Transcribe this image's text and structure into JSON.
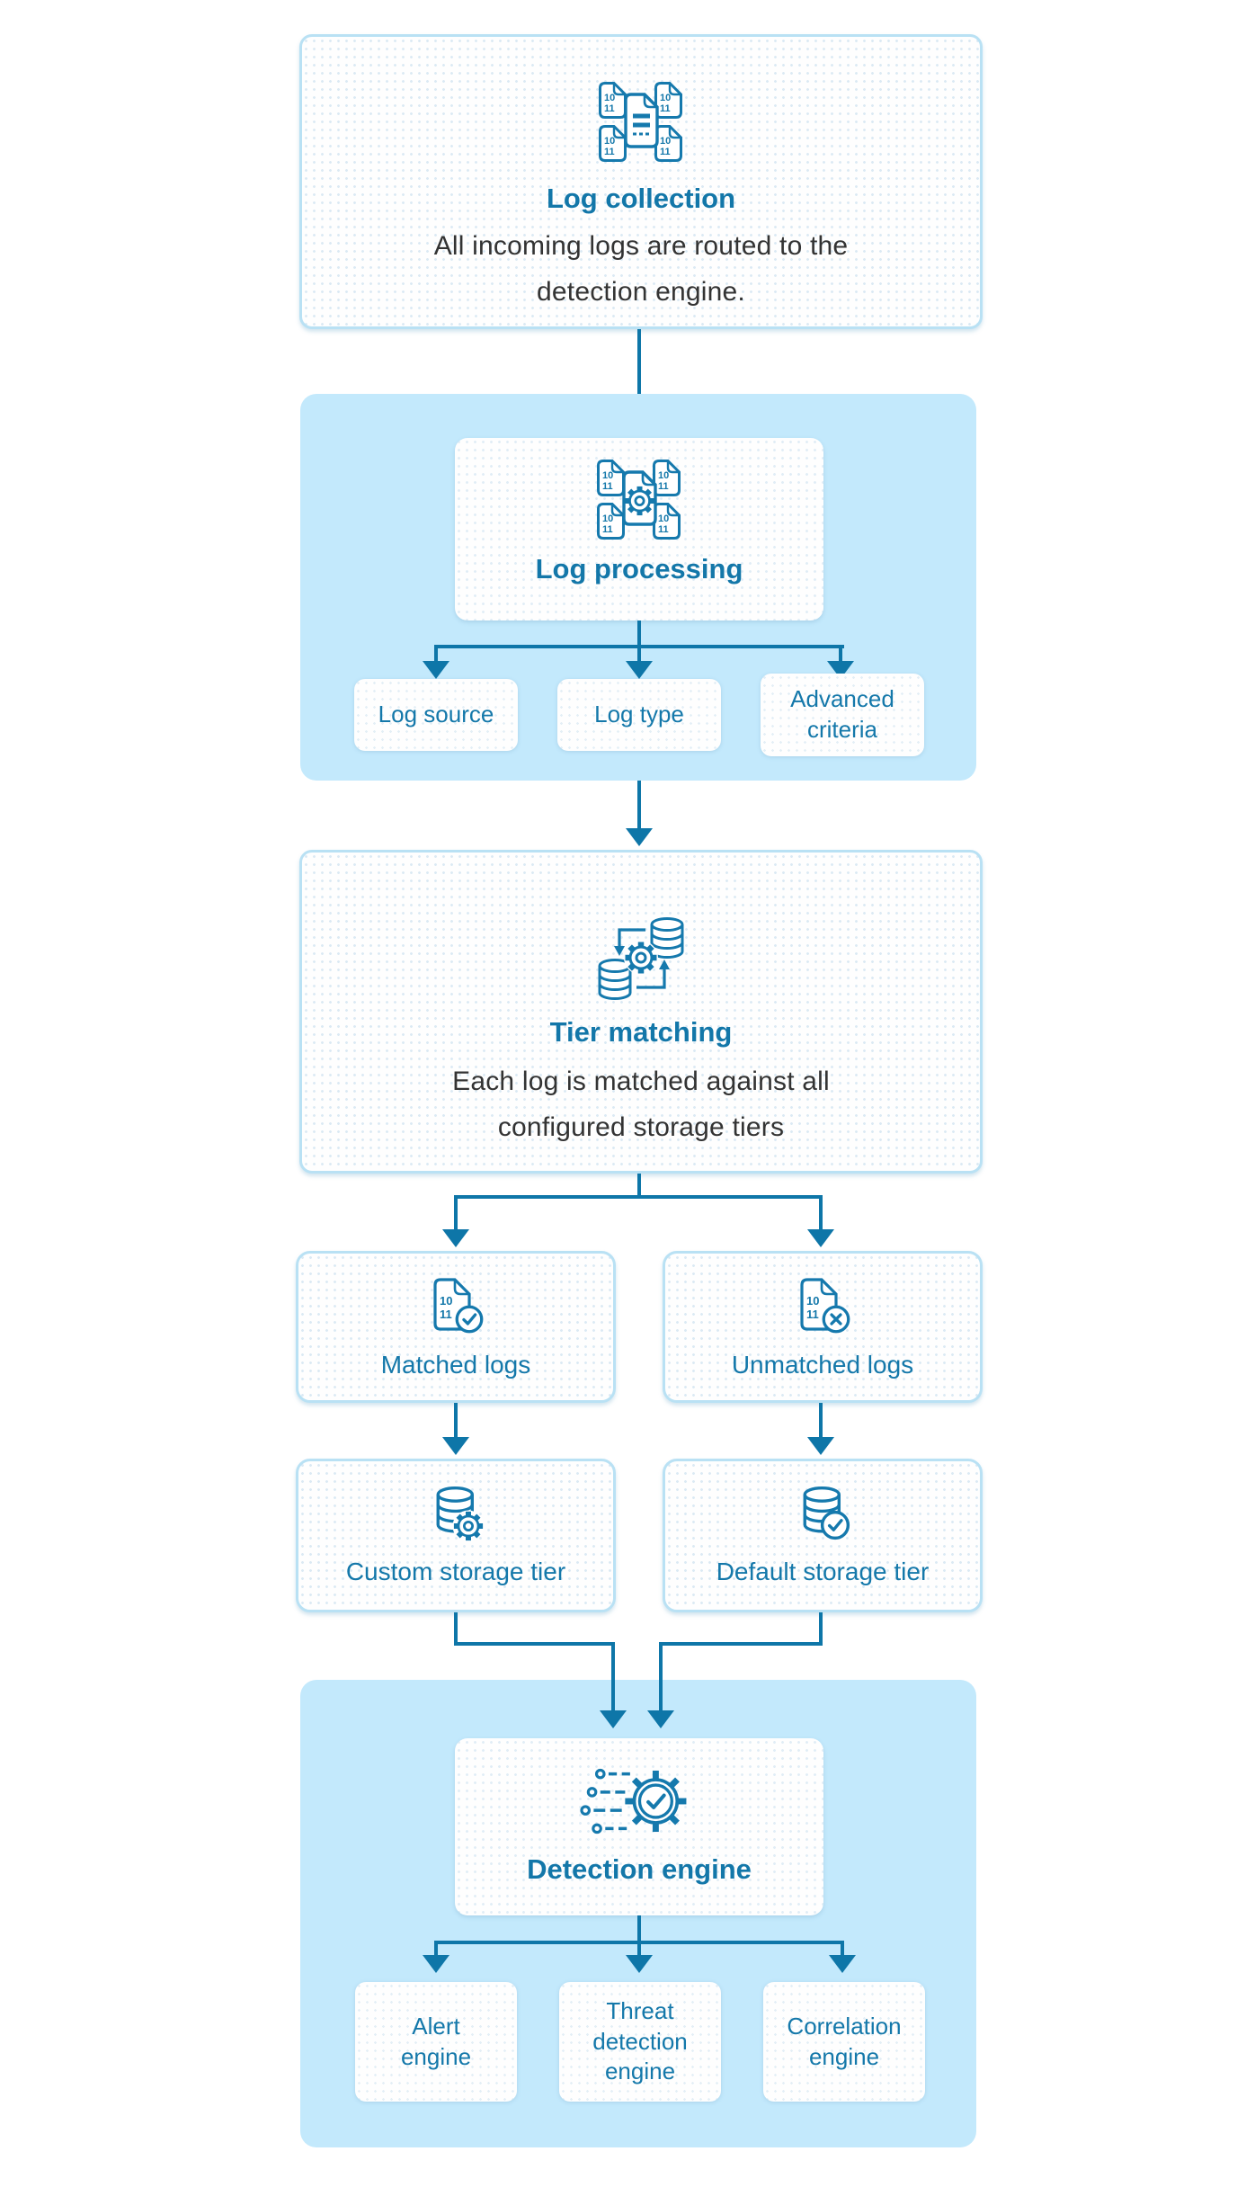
{
  "colors": {
    "accent_text": "#1377a9",
    "label_text": "#1478aa",
    "connector_line": "#0e76a8",
    "container_bg": "#c3e9fc",
    "panel_border": "#b9e1f4",
    "body_text": "#333333",
    "icon_stroke": "#1579ad"
  },
  "nodes": {
    "log_collection": {
      "title": "Log collection",
      "desc_lines": [
        "All incoming logs are routed to the",
        "detection engine."
      ],
      "icon": "log-documents-icon"
    },
    "log_processing": {
      "title": "Log processing",
      "icon": "documents-gear-icon",
      "children": [
        {
          "label": "Log source"
        },
        {
          "label": "Log type"
        },
        {
          "label": "Advanced criteria"
        }
      ]
    },
    "tier_matching": {
      "title": "Tier matching",
      "desc_lines": [
        "Each log is matched against all",
        "configured storage tiers"
      ],
      "icon": "database-sync-gear-icon"
    },
    "matched_logs": {
      "label": "Matched logs",
      "icon": "document-check-icon"
    },
    "unmatched_logs": {
      "label": "Unmatched logs",
      "icon": "document-x-icon"
    },
    "custom_storage_tier": {
      "label": "Custom storage tier",
      "icon": "database-gear-icon"
    },
    "default_storage_tier": {
      "label": "Default storage tier",
      "icon": "database-check-icon"
    },
    "detection_engine": {
      "title": "Detection engine",
      "icon": "gear-check-icon",
      "children": [
        {
          "label": "Alert engine"
        },
        {
          "label": "Threat detection engine"
        },
        {
          "label": "Correlation engine"
        }
      ]
    },
    "doc_digits": {
      "line1": "10",
      "line2": "11"
    }
  }
}
